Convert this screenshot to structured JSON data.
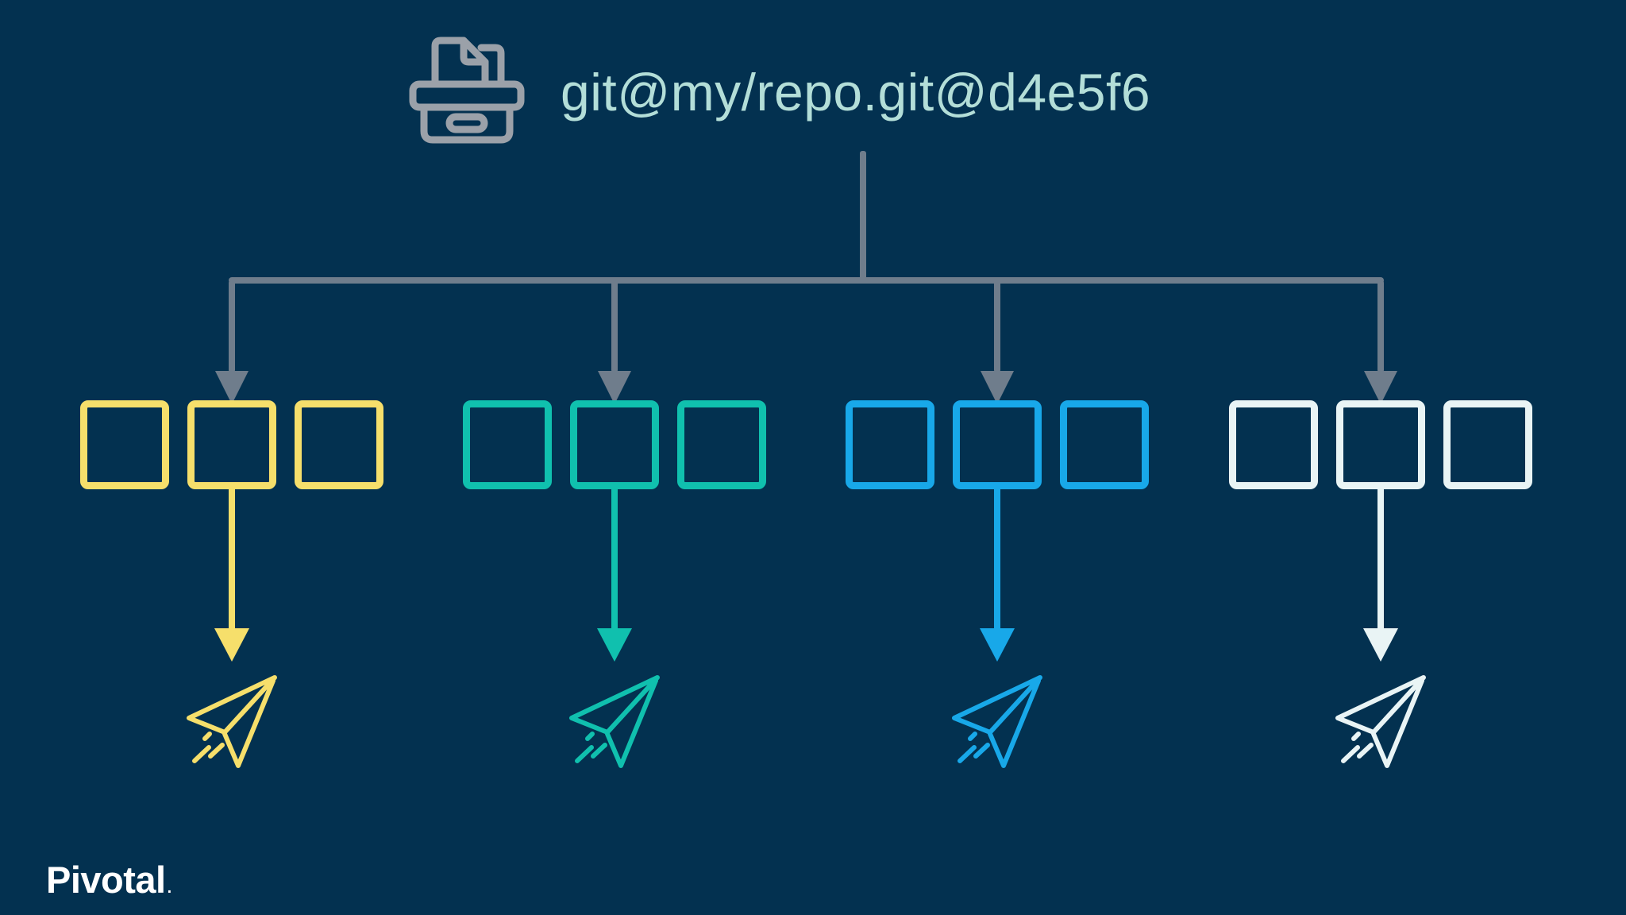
{
  "slide": {
    "background_color": "#033150",
    "connector_color": "#6f7d8c",
    "repo": {
      "label": "git@my/repo.git@d4e5f6",
      "icon": "archive-box-icon",
      "icon_color": "#9ba1a9",
      "text_color": "#b3ded8"
    },
    "branches": [
      {
        "id": "yellow",
        "color": "#f6df6b",
        "box_count": 3,
        "target_icon": "paper-plane-icon"
      },
      {
        "id": "teal",
        "color": "#10c0ae",
        "box_count": 3,
        "target_icon": "paper-plane-icon"
      },
      {
        "id": "blue",
        "color": "#18a8e9",
        "box_count": 3,
        "target_icon": "paper-plane-icon"
      },
      {
        "id": "white",
        "color": "#e9f4f5",
        "box_count": 3,
        "target_icon": "paper-plane-icon"
      }
    ],
    "logo": {
      "text": "Pivotal",
      "mark": ".",
      "color": "#ffffff"
    }
  }
}
